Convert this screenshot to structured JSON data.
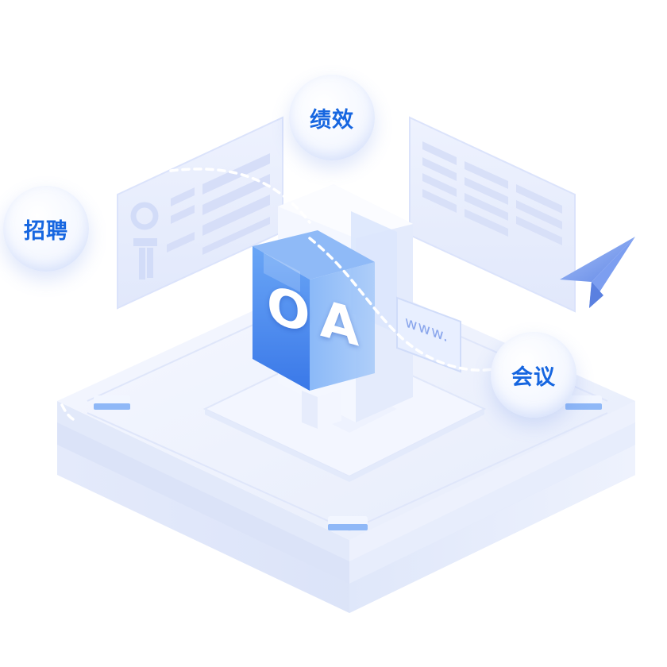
{
  "bubbles": {
    "recruit": {
      "label": "招聘"
    },
    "performance": {
      "label": "绩效"
    },
    "meeting": {
      "label": "会议"
    }
  },
  "center_screen": {
    "label": "OA"
  },
  "web_tag": {
    "label": "www."
  },
  "colors": {
    "accent": "#1f6fe6",
    "bubble_text": "#1666e0",
    "base_light": "#eef2fc",
    "base_side": "#d9e2f8",
    "glass_blue": "#4f8ef0",
    "panel": "#e7edfd",
    "plane": "#7fa2f0"
  },
  "icons": [
    "paper-plane-icon",
    "document-panel-icon",
    "avatar-form-icon"
  ]
}
